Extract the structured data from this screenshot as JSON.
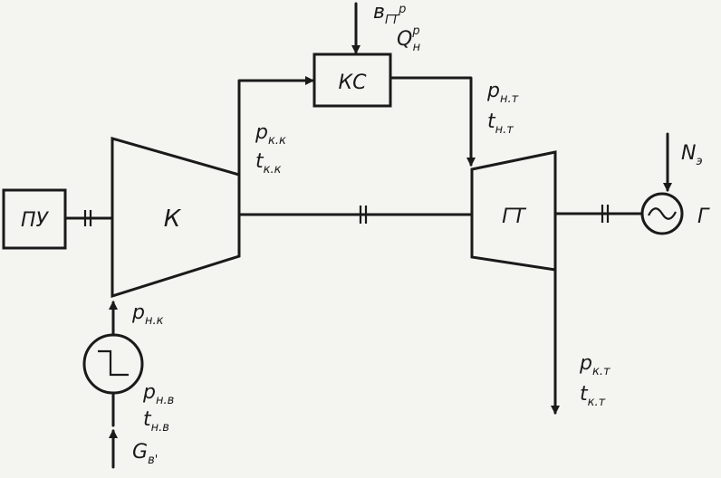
{
  "blocks": {
    "starter": "ПУ",
    "compressor": "К",
    "combustor": "КС",
    "turbine": "ГТ",
    "generator": "Г"
  },
  "labels": {
    "fuel_b": "в",
    "fuel_b_sub": "ГТ",
    "fuel_b_sup": "р",
    "fuel_q": "Q",
    "fuel_q_sup": "р",
    "fuel_q_sub": "н",
    "p_kk": "р",
    "p_kk_sub": "к.к",
    "t_kk": "t",
    "t_kk_sub": "к.к",
    "p_nt": "р",
    "p_nt_sub": "н.т",
    "t_nt": "t",
    "t_nt_sub": "н.т",
    "n_e": "N",
    "n_e_sub": "э",
    "p_nk": "р",
    "p_nk_sub": "н.к",
    "p_nv": "р",
    "p_nv_sub": "н.в",
    "t_nv": "t",
    "t_nv_sub": "н.в",
    "g_v": "G",
    "g_v_sub": "в'",
    "p_kt": "р",
    "p_kt_sub": "к.т",
    "t_kt": "t",
    "t_kt_sub": "к.т"
  }
}
